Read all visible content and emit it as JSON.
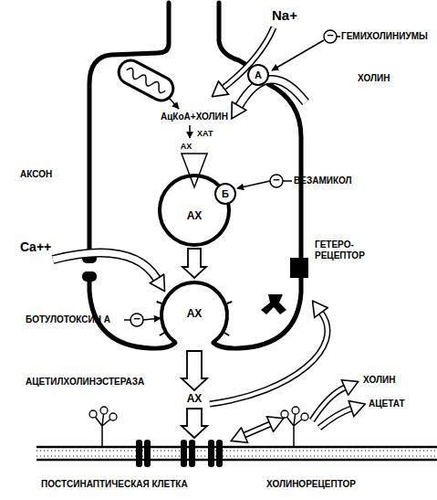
{
  "diagram": {
    "nodes": [
      {
        "text": [
          "А"
        ]
      },
      {
        "text": [
          "АХ"
        ]
      },
      {
        "text": [
          "Б"
        ]
      },
      {
        "text": [
          "АХ"
        ]
      }
    ],
    "edges": [
      {
        "from": 1,
        "to": 3,
        "arrow": "to"
      }
    ],
    "labels": [
      "Na+",
      "−",
      "ГЕМИХОЛИНИУМЫ",
      "ХОЛИН",
      "АцКоА+ХОЛИН",
      "ХАТ",
      "АХ",
      "−",
      "ВЕЗАМИКОЛ",
      "АКСОН",
      "ГЕТЕРО- РЕЦЕПТОР",
      "Ca++",
      "−",
      "БОТУЛОТОКСИН А",
      "АЦЕТИЛХОЛИНЭСТЕРАЗА",
      "АХ",
      "ХОЛИН",
      "АЦЕТАТ",
      "ПОСТСИНАПТИЧЕСКАЯ КЛЕТКА",
      "ХОЛИНОРЕЦЕПТОР"
    ]
  }
}
